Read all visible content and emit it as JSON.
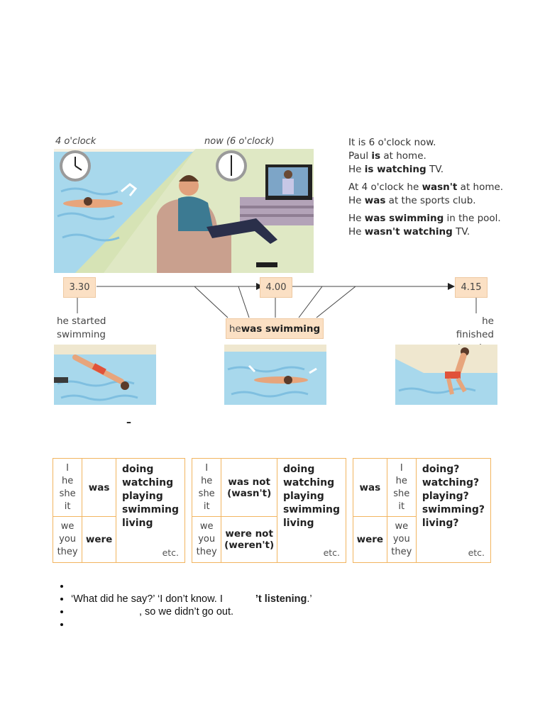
{
  "scene": {
    "clock_left_label": "4 o'clock",
    "clock_right_label": "now (6 o'clock)"
  },
  "description": {
    "line1": "It is 6 o'clock now.",
    "line2_a": "Paul ",
    "line2_b": "is",
    "line2_c": " at home.",
    "line3_a": "He ",
    "line3_b": "is watching",
    "line3_c": " TV.",
    "line4_a": "At 4 o'clock he ",
    "line4_b": "wasn't",
    "line4_c": " at home.",
    "line5_a": "He ",
    "line5_b": "was",
    "line5_c": " at the sports club.",
    "line6_a": "He ",
    "line6_b": "was swimming",
    "line6_c": " in the pool.",
    "line7_a": "He ",
    "line7_b": "wasn't watching",
    "line7_c": " TV."
  },
  "timeline": {
    "time1": "3.30",
    "time2": "4.00",
    "time3": "4.15",
    "caption_left_1": "he started",
    "caption_left_2": "swimming",
    "caption_mid_a": "he ",
    "caption_mid_b": "was swimming",
    "caption_right_1": "he finished",
    "caption_right_2": "swimming"
  },
  "dash": "–",
  "tables": {
    "positive": {
      "pron_top": [
        "I",
        "he",
        "she",
        "it"
      ],
      "pron_bottom": [
        "we",
        "you",
        "they"
      ],
      "aux_top": "was",
      "aux_bottom": "were",
      "verbs": [
        "doing",
        "watching",
        "playing",
        "swimming",
        "living"
      ],
      "etc": "etc."
    },
    "negative": {
      "pron_top": [
        "I",
        "he",
        "she",
        "it"
      ],
      "pron_bottom": [
        "we",
        "you",
        "they"
      ],
      "aux_top_1": "was not",
      "aux_top_2": "(wasn't)",
      "aux_bottom_1": "were not",
      "aux_bottom_2": "(weren't)",
      "verbs": [
        "doing",
        "watching",
        "playing",
        "swimming",
        "living"
      ],
      "etc": "etc."
    },
    "question": {
      "aux_top": "was",
      "aux_bottom": "were",
      "pron_top": [
        "I",
        "he",
        "she",
        "it"
      ],
      "pron_bottom": [
        "we",
        "you",
        "they"
      ],
      "verbs": [
        "doing?",
        "watching?",
        "playing?",
        "swimming?",
        "living?"
      ],
      "etc": "etc."
    }
  },
  "examples": {
    "ex2_a": "‘What did he say?’ ‘I don’t know. I ",
    "ex2_b": "’t listening",
    "ex2_c": ".’",
    "ex3_a": ", so we didn’t go out."
  }
}
